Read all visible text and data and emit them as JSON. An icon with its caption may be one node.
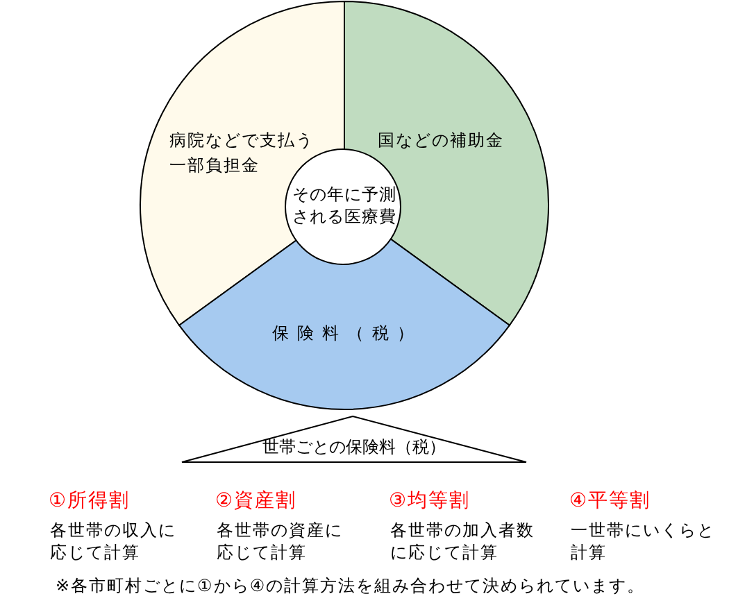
{
  "diagram": {
    "nodes": [
      {
        "text": [
          "病院などで支払う一部負担金"
        ]
      },
      {
        "text": [
          "国などの補助金"
        ]
      },
      {
        "text": [
          "保険料（税）"
        ]
      },
      {
        "text": [
          "その年に予測される医療費"
        ]
      },
      {
        "text": [
          "世帯ごとの保険料（税）"
        ]
      }
    ],
    "labels": [
      "①所得割",
      "②資産割",
      "③均等割",
      "④平等割",
      "各世帯の収入に応じて計算",
      "各世帯の資産に応じて計算",
      "各世帯の加入者数に応じて計算",
      "一世帯にいくらと計算",
      "※各市町村ごとに①から④の計算方法を組み合わせて決められています。"
    ]
  }
}
